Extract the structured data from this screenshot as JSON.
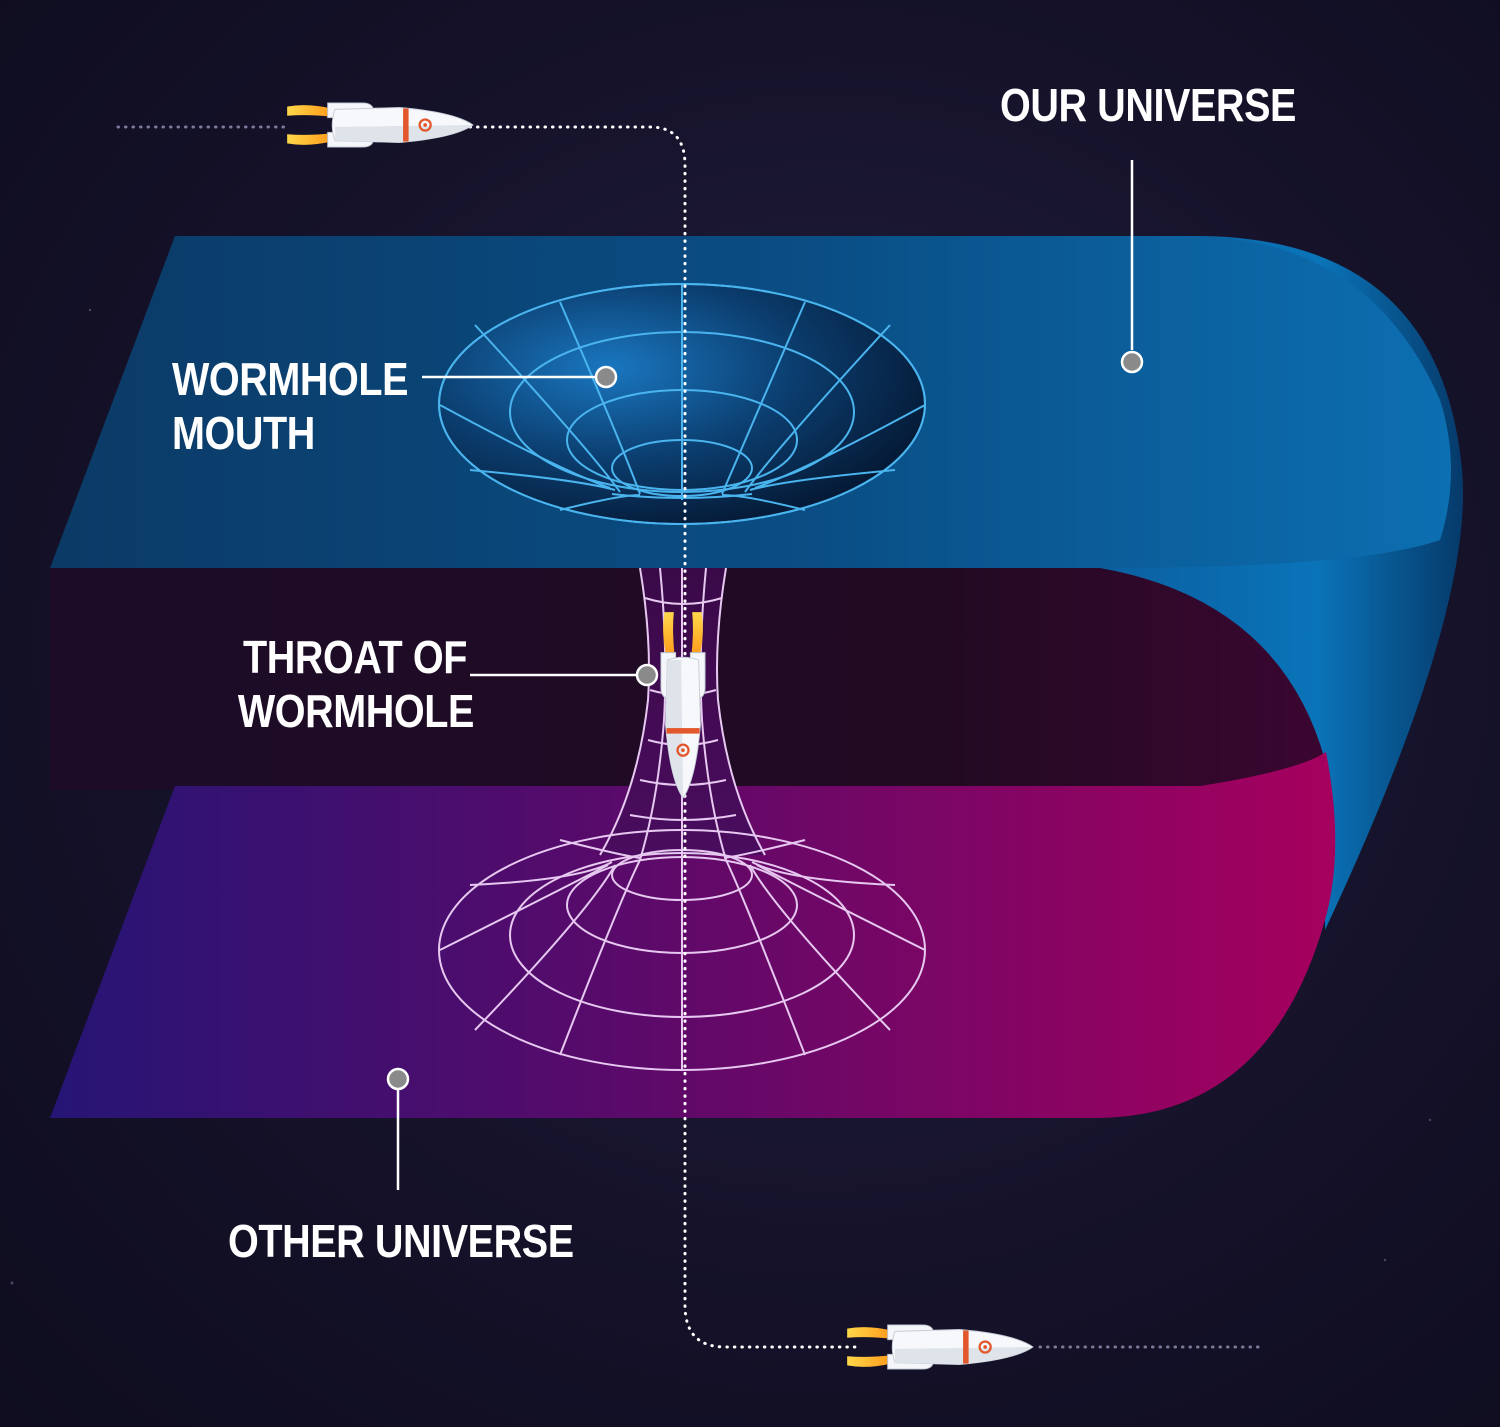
{
  "labels": {
    "our_universe": "OUR UNIVERSE",
    "wormhole_mouth": [
      "WORMHOLE",
      "MOUTH"
    ],
    "throat": [
      "THROAT OF",
      "WORMHOLE"
    ],
    "other_universe": "OTHER UNIVERSE"
  },
  "colors": {
    "background": "#15122a",
    "our_universe_sheet": "#0a4f86",
    "our_universe_edge": "#0a74b9",
    "other_universe_left": "#2a1470",
    "other_universe_right": "#a0005c",
    "throat_grid": "#e6c8f0",
    "mouth_grid": "#4ab4ee",
    "marker": "#8a8a8a",
    "leader_line": "#ffffff",
    "rocket_stripe": "#e2572b",
    "flame": "#ffc21a"
  },
  "icons": [
    "rocket-icon",
    "marker-dot-icon"
  ]
}
